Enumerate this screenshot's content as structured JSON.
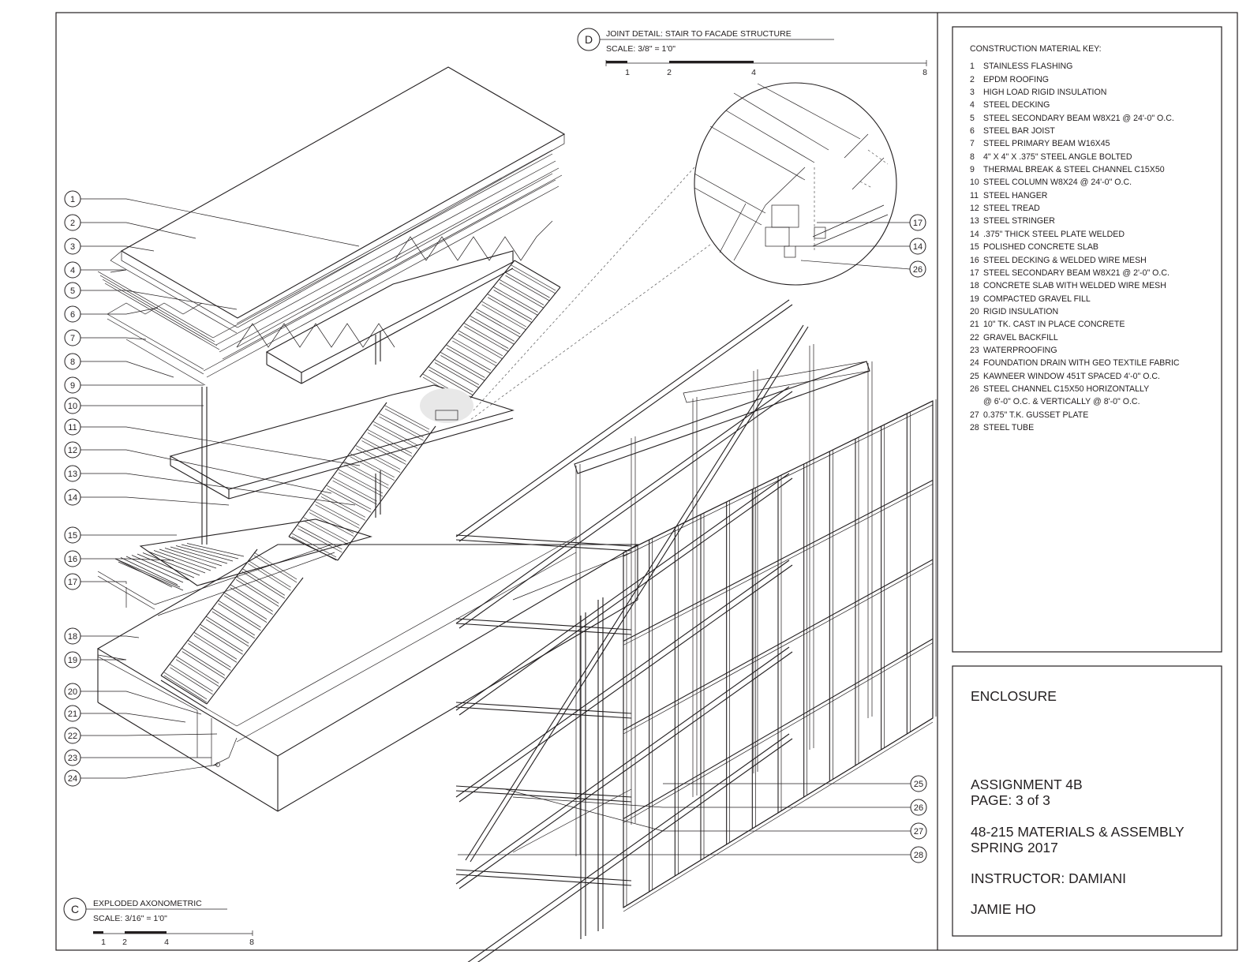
{
  "detail_d": {
    "bubble": "D",
    "title": "JOINT DETAIL: STAIR TO FACADE STRUCTURE",
    "scale": "SCALE: 3/8\" = 1'0\"",
    "scale_ticks": [
      "1",
      "2",
      "4",
      "8"
    ]
  },
  "detail_c": {
    "bubble": "C",
    "title": "EXPLODED AXONOMETRIC",
    "scale": "SCALE: 3/16\" = 1'0\"",
    "scale_ticks": [
      "1",
      "2",
      "4",
      "8"
    ]
  },
  "left_callouts": [
    "1",
    "2",
    "3",
    "4",
    "5",
    "6",
    "7",
    "8",
    "9",
    "10",
    "11",
    "12",
    "13",
    "14",
    "15",
    "16",
    "17",
    "18",
    "19",
    "20",
    "21",
    "22",
    "23",
    "24"
  ],
  "detail_callouts": [
    "17",
    "14",
    "26"
  ],
  "facade_callouts": [
    "25",
    "26",
    "27",
    "28"
  ],
  "material_key": {
    "title": "CONSTRUCTION MATERIAL KEY:",
    "items": [
      {
        "num": "1",
        "text": "STAINLESS FLASHING"
      },
      {
        "num": "2",
        "text": "EPDM ROOFING"
      },
      {
        "num": "3",
        "text": "HIGH LOAD RIGID INSULATION"
      },
      {
        "num": "4",
        "text": "STEEL DECKING"
      },
      {
        "num": "5",
        "text": "STEEL SECONDARY BEAM W8X21 @ 24'-0\" O.C."
      },
      {
        "num": "6",
        "text": "STEEL BAR JOIST"
      },
      {
        "num": "7",
        "text": "STEEL PRIMARY BEAM W16X45"
      },
      {
        "num": "8",
        "text": "4\" X 4\" X .375\" STEEL ANGLE BOLTED"
      },
      {
        "num": "9",
        "text": "THERMAL BREAK & STEEL CHANNEL C15X50"
      },
      {
        "num": "10",
        "text": "STEEL COLUMN W8X24 @ 24'-0\" O.C."
      },
      {
        "num": "11",
        "text": "STEEL HANGER"
      },
      {
        "num": "12",
        "text": "STEEL TREAD"
      },
      {
        "num": "13",
        "text": "STEEL STRINGER"
      },
      {
        "num": "14",
        "text": ".375\" THICK STEEL PLATE WELDED"
      },
      {
        "num": "15",
        "text": "POLISHED CONCRETE SLAB"
      },
      {
        "num": "16",
        "text": "STEEL DECKING & WELDED WIRE MESH"
      },
      {
        "num": "17",
        "text": "STEEL SECONDARY BEAM W8X21 @ 2'-0\" O.C."
      },
      {
        "num": "18",
        "text": "CONCRETE SLAB WITH WELDED WIRE MESH"
      },
      {
        "num": "19",
        "text": "COMPACTED GRAVEL FILL"
      },
      {
        "num": "20",
        "text": "RIGID INSULATION"
      },
      {
        "num": "21",
        "text": "10\" TK. CAST IN PLACE CONCRETE"
      },
      {
        "num": "22",
        "text": "GRAVEL BACKFILL"
      },
      {
        "num": "23",
        "text": "WATERPROOFING"
      },
      {
        "num": "24",
        "text": "FOUNDATION DRAIN WITH GEO TEXTILE FABRIC"
      },
      {
        "num": "25",
        "text": "KAWNEER WINDOW 451T SPACED 4'-0\" O.C."
      },
      {
        "num": "26",
        "text": "STEEL CHANNEL C15X50 HORIZONTALLY"
      },
      {
        "num": "",
        "text": "@ 6'-0\" O.C. & VERTICALLY @ 8'-0\" O.C."
      },
      {
        "num": "27",
        "text": "0.375\" T.K. GUSSET PLATE"
      },
      {
        "num": "28",
        "text": "STEEL TUBE"
      }
    ]
  },
  "title_block": {
    "section": "ENCLOSURE",
    "assignment": "ASSIGNMENT 4B",
    "page": "PAGE: 3 of 3",
    "course": "48-215 MATERIALS & ASSEMBLY",
    "term": "SPRING  2017",
    "instructor": "INSTRUCTOR: DAMIANI",
    "author": "JAMIE HO"
  }
}
